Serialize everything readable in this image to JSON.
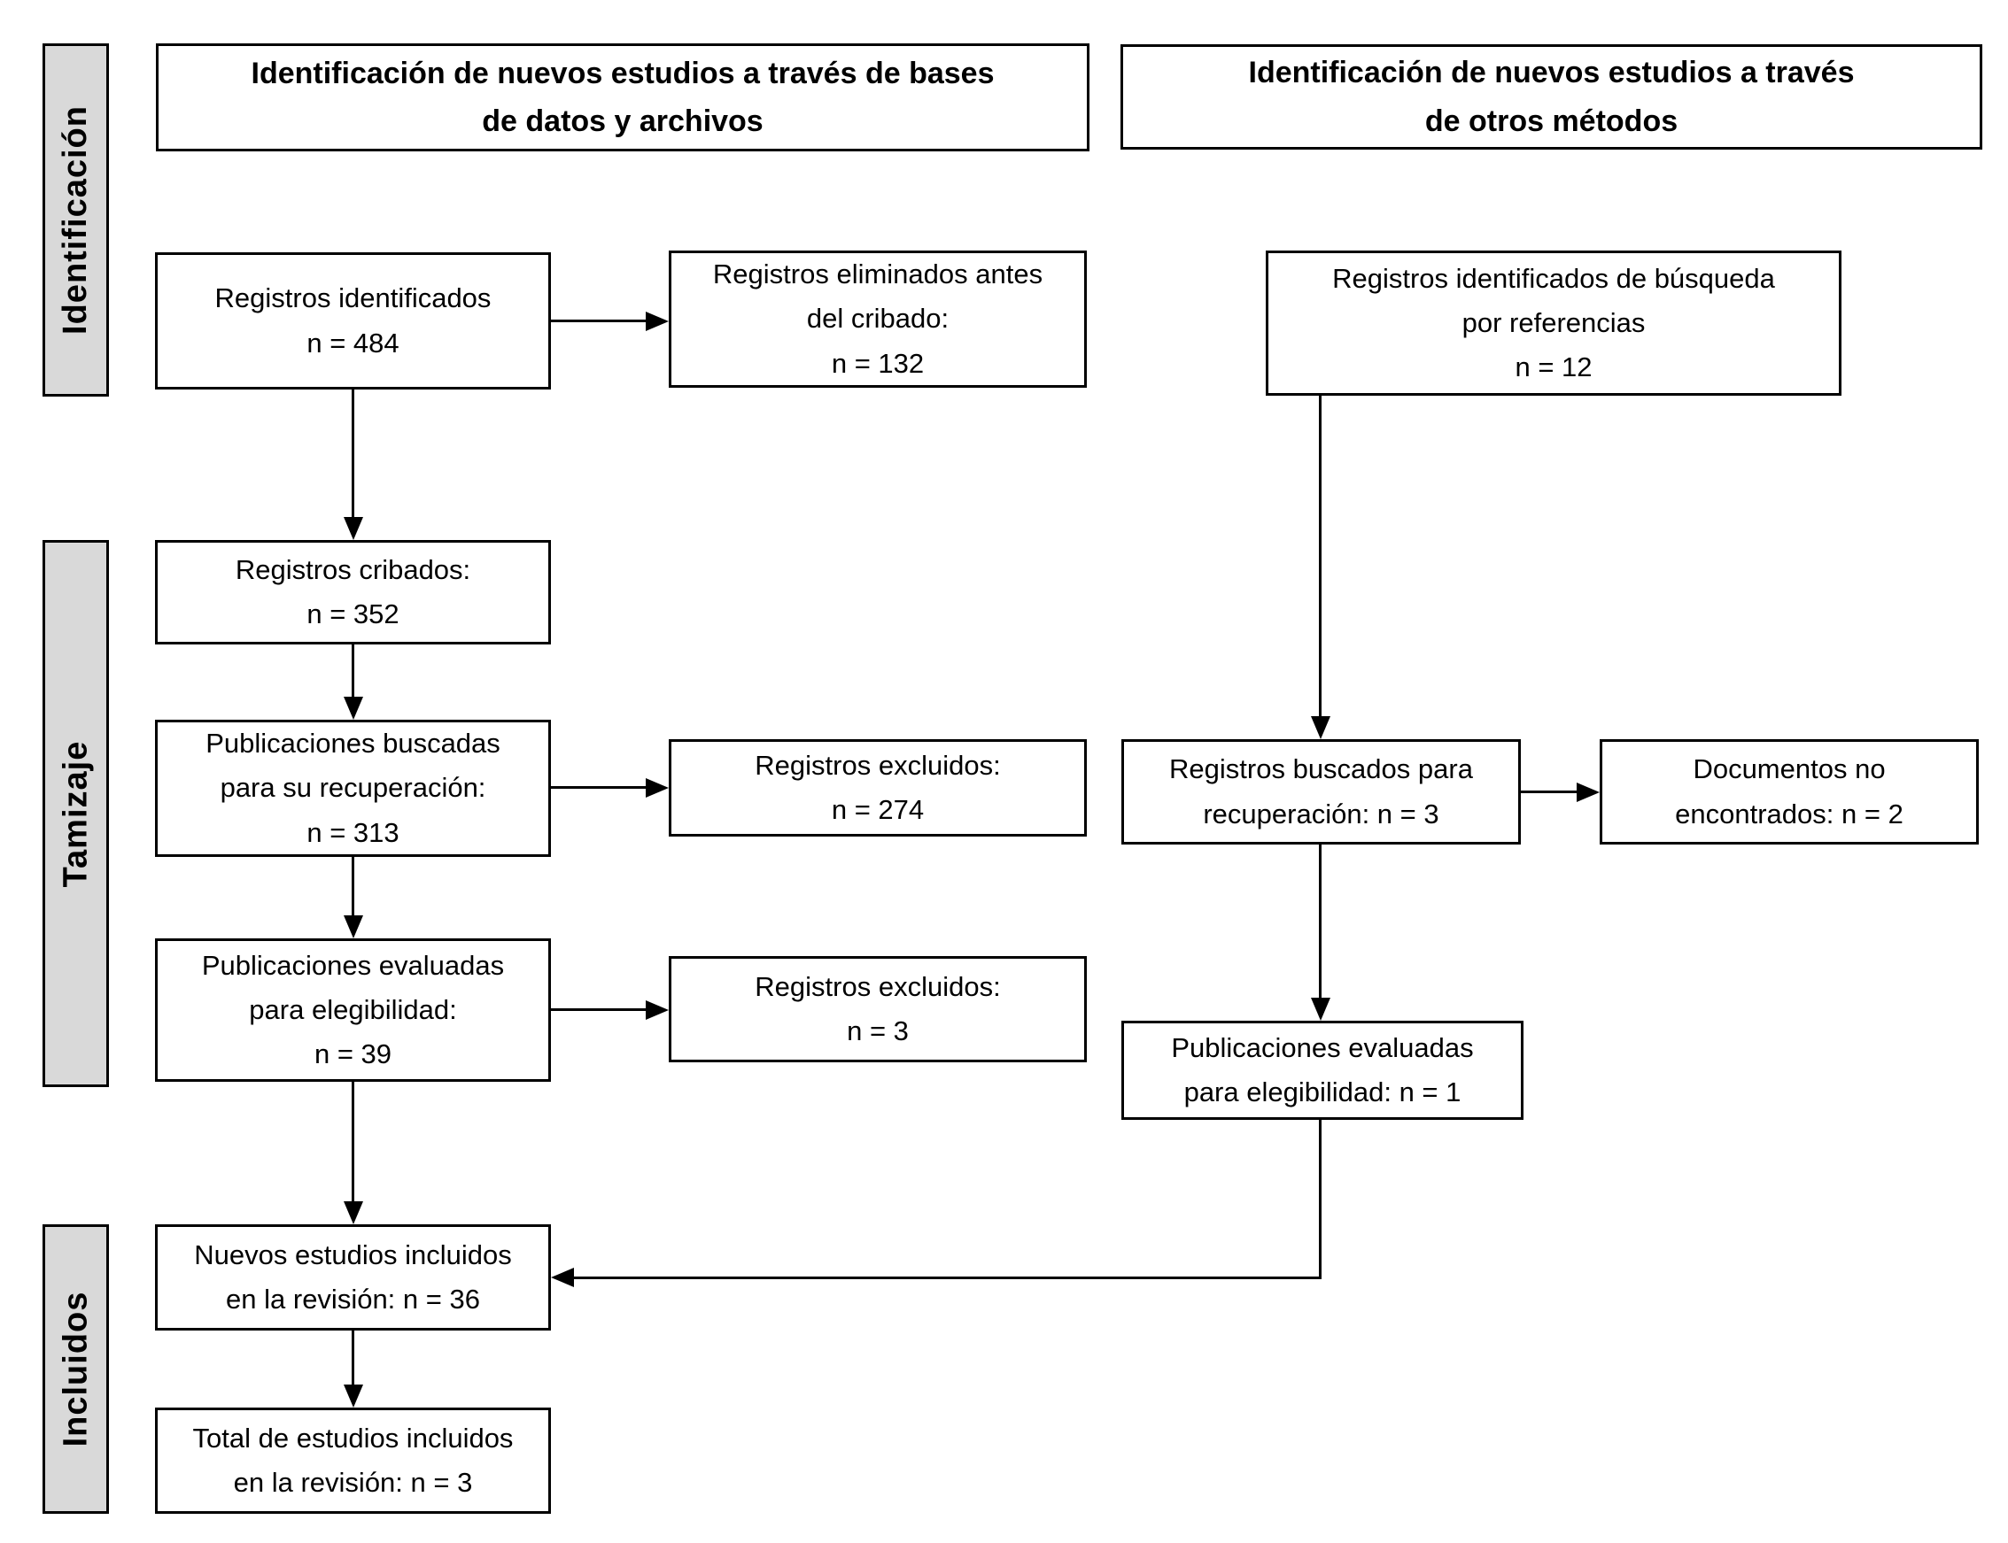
{
  "diagram": {
    "title_context": "PRISMA flow diagram (Spanish)",
    "headers": {
      "left": "Identificación de nuevos estudios a través de bases\nde datos y archivos",
      "right": "Identificación de nuevos estudios a través\nde otros métodos"
    },
    "sidebar": {
      "identificacion": "Identificación",
      "tamizaje": "Tamizaje",
      "incluidos": "Incluidos"
    },
    "boxes": {
      "records_identified": "Registros identificados\nn = 484",
      "records_removed_before_screening": "Registros eliminados antes\ndel cribado:\nn = 132",
      "records_screened": "Registros cribados:\nn = 352",
      "publications_sought": "Publicaciones buscadas\npara su recuperación:\nn = 313",
      "records_excluded_274": "Registros excluidos:\nn = 274",
      "publications_assessed": "Publicaciones evaluadas\npara elegibilidad:\nn = 39",
      "records_excluded_3": "Registros excluidos:\nn = 3",
      "new_studies_included": "Nuevos estudios incluidos\nen la revisión: n = 36",
      "total_studies_included": "Total de estudios incluidos\nen la revisión: n = 3",
      "records_identified_references": "Registros identificados de búsqueda\npor referencias\nn = 12",
      "records_sought_retrieval": "Registros buscados para\nrecuperación: n = 3",
      "documents_not_found": "Documentos no\nencontrados: n = 2",
      "publications_assessed_other": "Publicaciones evaluadas\npara elegibilidad: n = 1"
    },
    "colors": {
      "sidebar_fill": "#d9d9d9",
      "line": "#000000",
      "box_background": "#ffffff",
      "page_background": "#ffffff"
    }
  }
}
